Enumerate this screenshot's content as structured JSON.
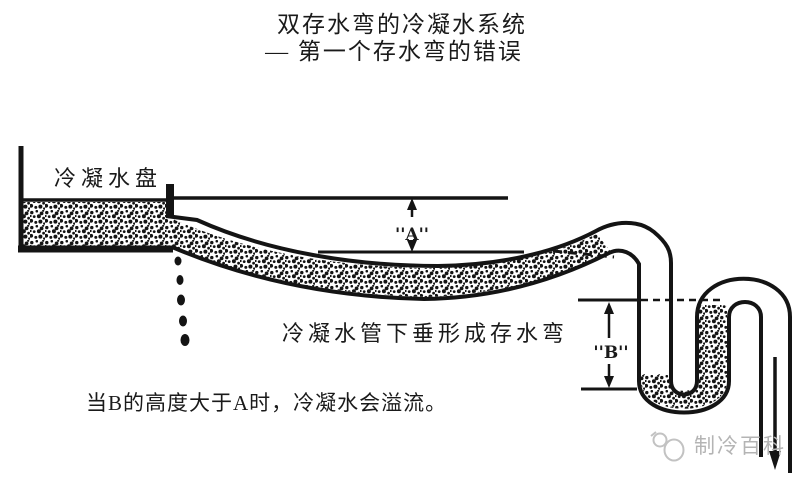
{
  "title": {
    "line1": "双存水弯的冷凝水系统",
    "line2": "— 第一个存水弯的错误"
  },
  "diagram": {
    "pan_label": "冷凝水盘",
    "sag_label": "冷凝水管下垂形成存水弯",
    "dim_a_label": "''A''",
    "dim_b_label": "''B''",
    "caption": "当B的高度大于A时，冷凝水会溢流。"
  },
  "watermark": {
    "text": "制冷百科"
  },
  "colors": {
    "ink": "#1a1a1a",
    "watermark_gray": "#b4b4b4",
    "background": "#ffffff"
  }
}
